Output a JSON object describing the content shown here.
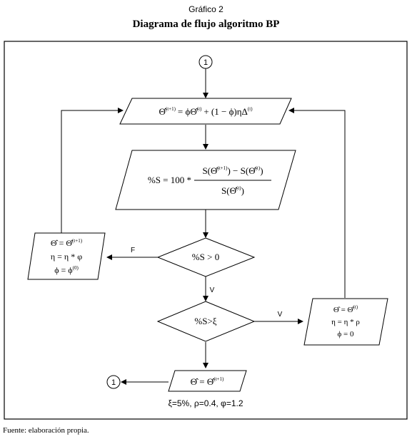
{
  "header": {
    "caption": "Gráfico 2",
    "title": "Diagrama de flujo algoritmo BP"
  },
  "connectors": {
    "start": "1",
    "end": "1"
  },
  "nodes": {
    "update": {
      "lhs": "Θ̂",
      "lhs_sup": "(t+1)",
      "rhs_a": "= ϕΘ̂",
      "rhs_a_sup": "(t)",
      "rhs_b": "+ (1 − ϕ)ηΔ",
      "rhs_b_sup": "(t)"
    },
    "percent": {
      "lhs": "%S = 100 *",
      "num_a": "S(Θ̂",
      "num_a_sup": "(t+1)",
      "num_b": ") − S(Θ̂",
      "num_b_sup": "(t)",
      "num_c": ")",
      "den_a": "S(Θ̂",
      "den_a_sup": "(t)",
      "den_b": ")"
    },
    "decision1": {
      "text": "%S > 0"
    },
    "decision2": {
      "text": "%S>ξ"
    },
    "left_box": {
      "line1": "Θ̂ = Θ̂",
      "line1_sup": "(t+1)",
      "line2": "η = η * φ",
      "line3": "ϕ = ϕ",
      "line3_sup": "(0)"
    },
    "right_box": {
      "line1": "Θ̂ = Θ̂",
      "line1_sup": "(t)",
      "line2": "η = η * ρ",
      "line3": "ϕ = 0"
    },
    "output": {
      "text": "Θ̂ = Θ̂",
      "sup": "(t+1)"
    }
  },
  "edge_labels": {
    "false": "F",
    "true1": "V",
    "true2": "V"
  },
  "params": "ξ=5%, ρ=0.4, φ=1.2",
  "footer": {
    "source": "Fuente: elaboración propia."
  }
}
